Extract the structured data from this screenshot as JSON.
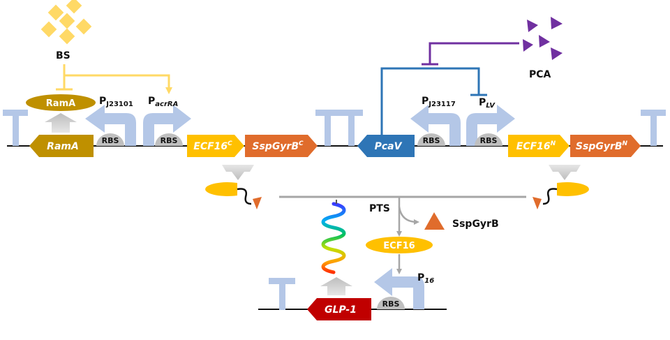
{
  "inducers": {
    "bs": "BS",
    "pca": "PCA"
  },
  "proteins": {
    "rama": "RamA",
    "ecf16": "ECF16",
    "sspgyrb": "SspGyrB"
  },
  "promoters": {
    "j23101": {
      "main": "P",
      "sub": "J23101"
    },
    "acrra": {
      "main": "P",
      "sub": "acrRA"
    },
    "j23117": {
      "main": "P",
      "sub": "J23117"
    },
    "lv": {
      "main": "P",
      "sub": "LV"
    },
    "p16": {
      "main": "P",
      "sub": "16"
    }
  },
  "genes": {
    "rama": "RamA",
    "ecf16c": {
      "main": "ECF16",
      "sup": "C"
    },
    "sspgyrbc": {
      "main": "SspGyrB",
      "sup": "C"
    },
    "pcav": "PcaV",
    "ecf16n": {
      "main": "ECF16",
      "sup": "N"
    },
    "sspgyrbn": {
      "main": "SspGyrB",
      "sup": "N"
    },
    "glp1": "GLP-1"
  },
  "rbs_label": "RBS",
  "pts_label": "PTS",
  "colors": {
    "bs": "#FFD966",
    "pca": "#7030A0",
    "rama": "#BF9000",
    "ecf16": "#FFC000",
    "sspgyrb": "#E06C2C",
    "pcav": "#2E75B6",
    "glp1": "#C00000",
    "promoter": "#B4C7E7",
    "terminator": "#B4C7E7",
    "rbs": "#BFBFBF",
    "arrow": "#A6A6A6"
  }
}
